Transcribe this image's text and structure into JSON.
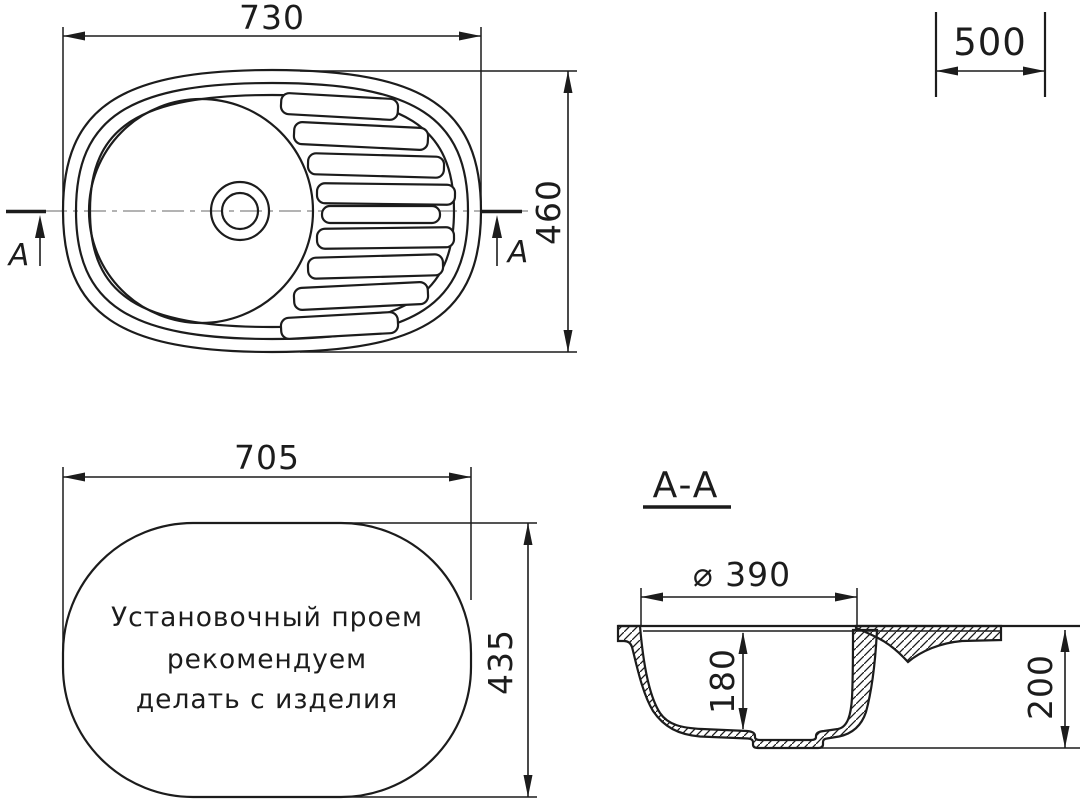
{
  "top_view": {
    "width": "730",
    "height": "460",
    "section_label_left": "A",
    "section_label_right": "A"
  },
  "cabinet": {
    "width": "500"
  },
  "cutout": {
    "width": "705",
    "height": "435",
    "note1": "Установочный проем",
    "note2": "рекомендуем",
    "note3": "делать с изделия"
  },
  "section": {
    "title": "A-A",
    "diameter": "⌀ 390",
    "depth_inner": "180",
    "depth_overall": "200"
  },
  "colors": {
    "line": "#1c1c1c",
    "centerline": "#9a9a9a",
    "background": "#ffffff"
  }
}
